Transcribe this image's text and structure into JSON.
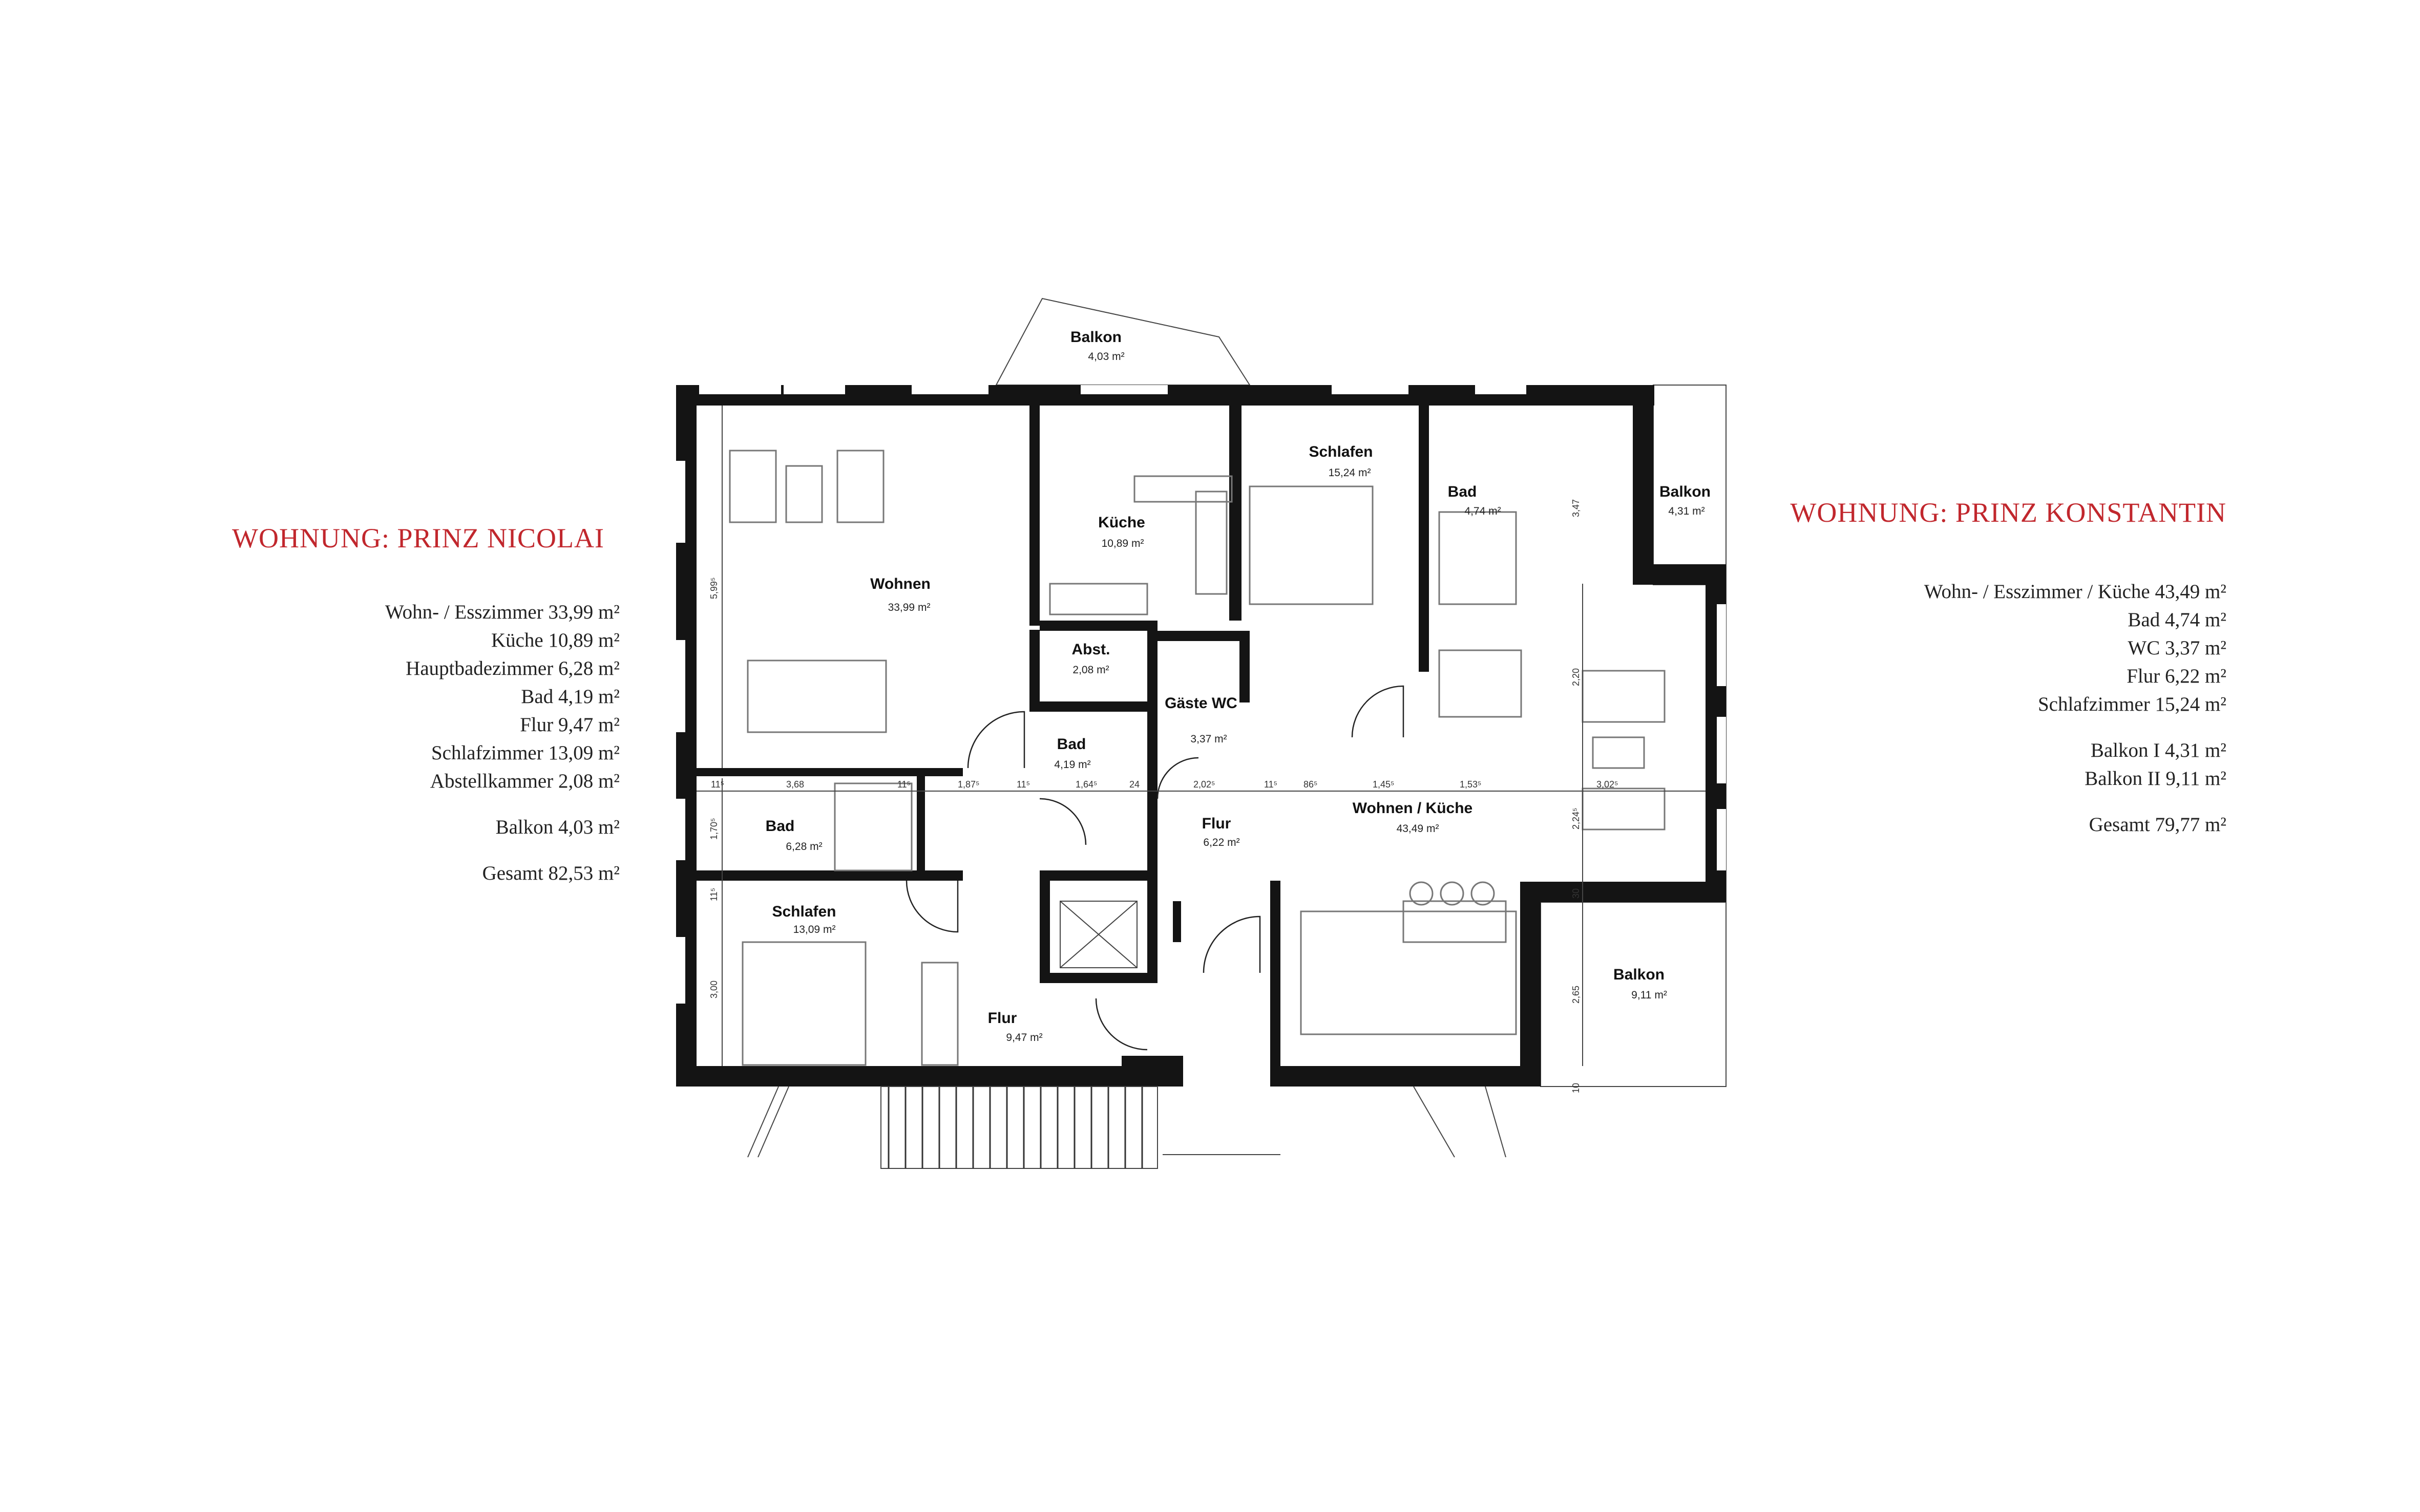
{
  "left_apartment": {
    "heading": "WOHNUNG: PRINZ NICOLAI",
    "areas": [
      "Wohn- / Esszimmer 33,99 m²",
      "Küche 10,89 m²",
      "Hauptbadezimmer 6,28 m²",
      "Bad 4,19 m²",
      "Flur 9,47 m²",
      "Schlafzimmer 13,09 m²",
      "Abstellkammer 2,08 m²"
    ],
    "balcony": "Balkon 4,03 m²",
    "total": "Gesamt 82,53 m²"
  },
  "right_apartment": {
    "heading": "WOHNUNG: PRINZ KONSTANTIN",
    "areas": [
      "Wohn- / Esszimmer / Küche 43,49 m²",
      "Bad 4,74 m²",
      "WC 3,37 m²",
      "Flur 6,22 m²",
      "Schlafzimmer 15,24 m²"
    ],
    "balconies": [
      "Balkon I 4,31 m²",
      "Balkon II 9,11 m²"
    ],
    "total": "Gesamt 79,77 m²"
  },
  "floor_plan": {
    "rooms": [
      {
        "id": "balkon-top",
        "name": "Balkon",
        "area": "4,03 m²"
      },
      {
        "id": "wohnen",
        "name": "Wohnen",
        "area": "33,99 m²"
      },
      {
        "id": "kueche",
        "name": "Küche",
        "area": "10,89 m²"
      },
      {
        "id": "abst",
        "name": "Abst.",
        "area": "2,08 m²"
      },
      {
        "id": "bad-small",
        "name": "Bad",
        "area": "4,19 m²"
      },
      {
        "id": "bad-main",
        "name": "Bad",
        "area": "6,28 m²"
      },
      {
        "id": "schlafen-left",
        "name": "Schlafen",
        "area": "13,09 m²"
      },
      {
        "id": "flur-left",
        "name": "Flur",
        "area": "9,47 m²"
      },
      {
        "id": "gaeste-wc",
        "name": "Gäste WC",
        "area": "3,37 m²"
      },
      {
        "id": "flur-right",
        "name": "Flur",
        "area": "6,22 m²"
      },
      {
        "id": "schlafen-right",
        "name": "Schlafen",
        "area": "15,24 m²"
      },
      {
        "id": "bad-right",
        "name": "Bad",
        "area": "4,74 m²"
      },
      {
        "id": "balkon-right",
        "name": "Balkon",
        "area": "4,31 m²"
      },
      {
        "id": "wohnen-kueche",
        "name": "Wohnen / Küche",
        "area": "43,49 m²"
      },
      {
        "id": "balkon-bottom",
        "name": "Balkon",
        "area": "9,11 m²"
      }
    ],
    "dimensions": {
      "d1": "5,99⁵",
      "d2": "1,70⁵",
      "d3": "11⁵",
      "d4": "3,68",
      "d5": "11⁵",
      "d6": "1,87⁵",
      "d7": "11⁵",
      "d8": "1,64⁵",
      "d9": "24",
      "d10": "2,02⁵",
      "d11": "11⁵",
      "d12": "86⁵",
      "d13": "1,45⁵",
      "d14": "1,53⁵",
      "d15": "3,02⁵",
      "d16": "2,20",
      "d17": "2,24⁵",
      "d18": "3,47",
      "d19": "30",
      "d20": "2,65",
      "d21": "10",
      "d22": "3,00",
      "d23": "11⁵"
    }
  }
}
